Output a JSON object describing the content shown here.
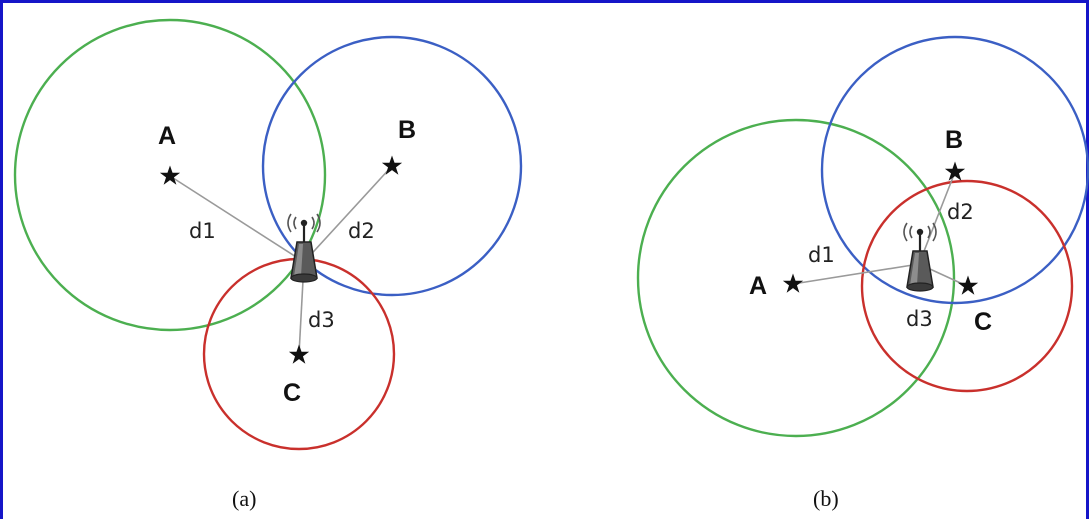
{
  "colors": {
    "border": "#1515c8",
    "circle_a": "#4caf50",
    "circle_b": "#3b5fc4",
    "circle_c": "#c9302c",
    "line": "#9a9a9a",
    "star": "#111111"
  },
  "panel_a": {
    "caption": "(a)",
    "anchors": {
      "a": {
        "label": "A",
        "icon": "star-icon"
      },
      "b": {
        "label": "B",
        "icon": "star-icon"
      },
      "c": {
        "label": "C",
        "icon": "star-icon"
      }
    },
    "distances": {
      "d1": "d1",
      "d2": "d2",
      "d3": "d3"
    },
    "device_icon": "radio-tower-icon"
  },
  "panel_b": {
    "caption": "(b)",
    "anchors": {
      "a": {
        "label": "A",
        "icon": "star-icon"
      },
      "b": {
        "label": "B",
        "icon": "star-icon"
      },
      "c": {
        "label": "C",
        "icon": "star-icon"
      }
    },
    "distances": {
      "d1": "d1",
      "d2": "d2",
      "d3": "d3"
    },
    "device_icon": "radio-tower-icon"
  }
}
